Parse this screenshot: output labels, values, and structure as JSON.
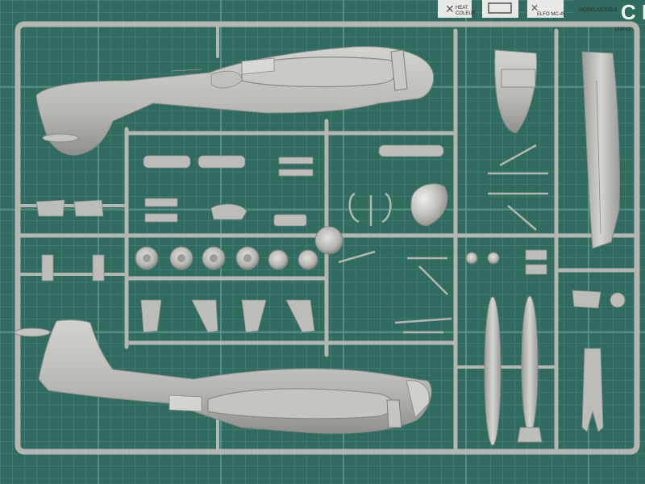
{
  "scene": {
    "subject": "plastic model kit sprue on cutting mat",
    "colors": {
      "mat": "#2f6b5f",
      "plastic": "#b9b9b5",
      "plastic_dark": "#8e8e8a",
      "grid_line": "#4f8a7e"
    }
  },
  "header_labels": {
    "badge1": "HEAT\nCOLEUR",
    "badge2": "",
    "badge3": "",
    "badge3_sub": "ELFO MC-45",
    "brand": "C M",
    "model_label": "MODEL/MODÈLE",
    "size_label": "1430x3"
  },
  "icons": [
    "glue-icon",
    "heat-icon",
    "cutting-icon"
  ]
}
